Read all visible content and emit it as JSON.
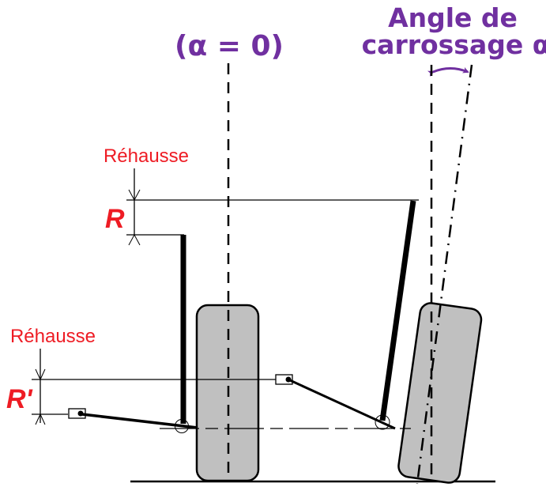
{
  "diagram": {
    "title_reference": "(α = 0)",
    "title_camber_line1": "Angle de",
    "title_camber_line2": "carrossage α",
    "label_rehausse_top": "Réhausse",
    "label_R": "R",
    "label_rehausse_bottom": "Réhausse",
    "label_R_prime": "R'",
    "colors": {
      "title": "#7030a0",
      "labels": "#ee1c24",
      "tire_fill": "#c0c0c0",
      "lines": "#000000"
    }
  }
}
